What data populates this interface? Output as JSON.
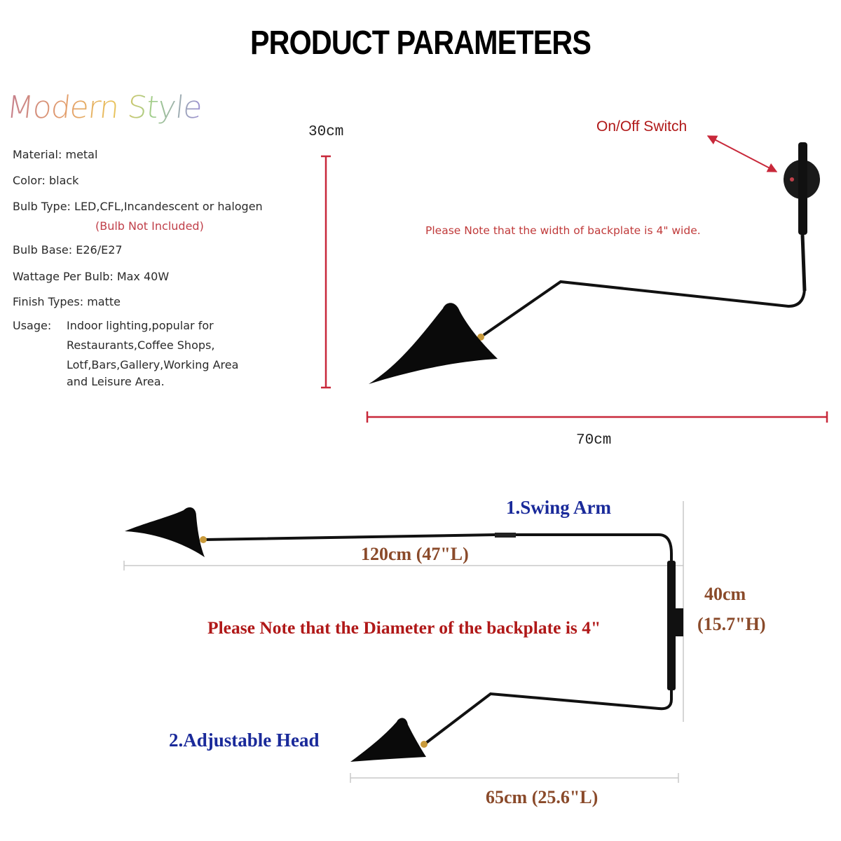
{
  "header": {
    "title": "PRODUCT PARAMETERS"
  },
  "specs": {
    "style_title": "Modern Style",
    "material": "Material: metal",
    "color": "Color: black",
    "bulb_type": "Bulb Type: LED,CFL,Incandescent or halogen",
    "bulb_note": "(Bulb Not Included)",
    "bulb_base": "Bulb Base: E26/E27",
    "wattage": "Wattage Per Bulb: Max 40W",
    "finish": "Finish Types: matte",
    "usage_label": "Usage:",
    "usage_lines": [
      "Indoor lighting,popular for",
      "Restaurants,Coffee Shops,",
      "Lotf,Bars,Gallery,Working Area",
      "and Leisure Area."
    ]
  },
  "top_diagram": {
    "height_label": "30cm",
    "width_label": "70cm",
    "switch_label": "On/Off Switch",
    "backplate_note": "Please Note that the width of backplate is 4\" wide."
  },
  "bottom_diagram": {
    "swing_arm_label": "1.Swing Arm",
    "length_label": "120cm (47\"L)",
    "height_label_cm": "40cm",
    "height_label_in": "(15.7\"H)",
    "backplate_note": "Please Note that the Diameter of the backplate is 4\"",
    "head_label": "2.Adjustable Head",
    "head_length_label": "65cm (25.6\"L)"
  },
  "colors": {
    "dimension_red": "#c8283a",
    "note_red": "#b01818",
    "label_blue": "#1a2a9a",
    "label_brown": "#8a4a2a"
  }
}
